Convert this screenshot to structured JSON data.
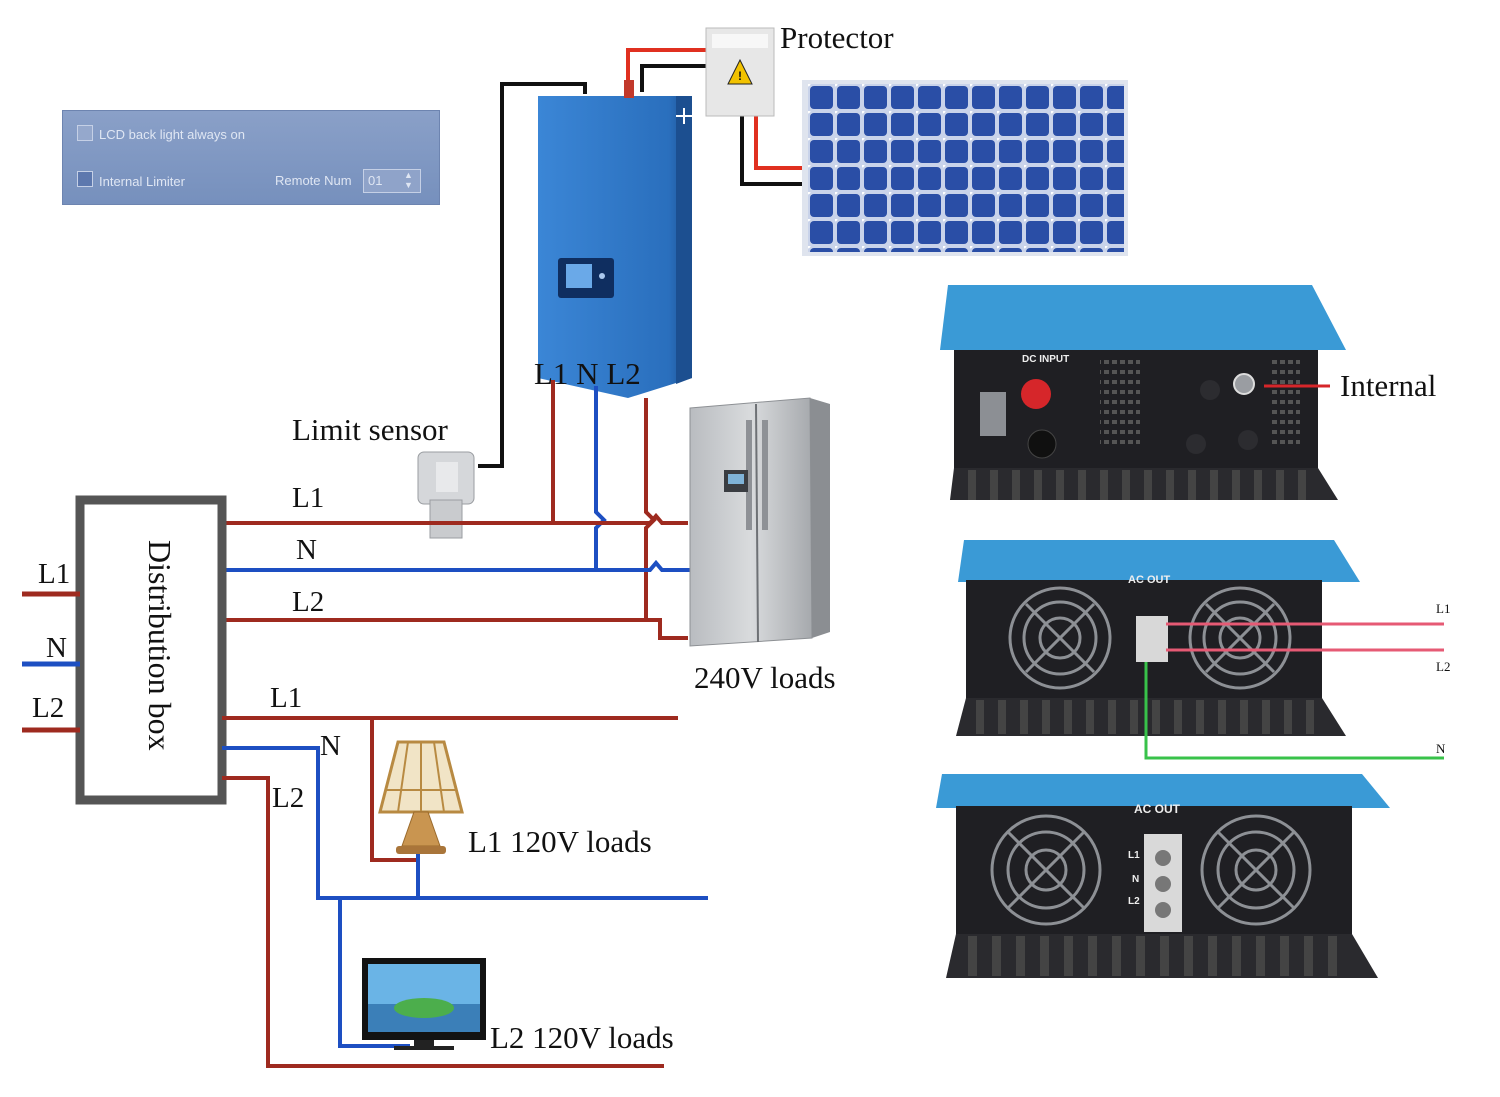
{
  "settings_panel": {
    "backlight_label": "LCD back light always on",
    "limiter_label": "Internal Limiter",
    "remote_label": "Remote Num",
    "remote_value": "01"
  },
  "labels": {
    "protector": "Protector",
    "inverter_terminals": "L1 N L2",
    "limit_sensor": "Limit sensor",
    "internal": "Internal",
    "loads_240": "240V loads",
    "loads_l1_120": "L1 120V loads",
    "loads_l2_120": "L2 120V loads",
    "distribution_box": "Distribution box"
  },
  "distribution_in": {
    "l1": "L1",
    "n": "N",
    "l2": "L2"
  },
  "bus_240": {
    "l1": "L1",
    "n": "N",
    "l2": "L2"
  },
  "bus_120": {
    "l1": "L1",
    "n": "N",
    "l2": "L2"
  },
  "inverter_views": {
    "dc_input": "DC INPUT",
    "ac_out_1": "AC OUT",
    "ac_out_2": "AC OUT",
    "out_l1": "L1",
    "out_l2": "L2",
    "out_n": "N",
    "term_l1": "L1",
    "term_n": "N",
    "term_l2": "L2"
  },
  "colors": {
    "line_wire": "#9e2a1f",
    "neutral_wire": "#1d4fc2",
    "dc_black": "#111111",
    "dc_red": "#e03020",
    "inverter_blue": "#2f78c8",
    "panel_blue": "#2c4fa6",
    "lid_blue": "#3a9ad6",
    "chassis": "#1e1e22",
    "out_pink": "#e65a74",
    "out_green": "#38c24a"
  }
}
